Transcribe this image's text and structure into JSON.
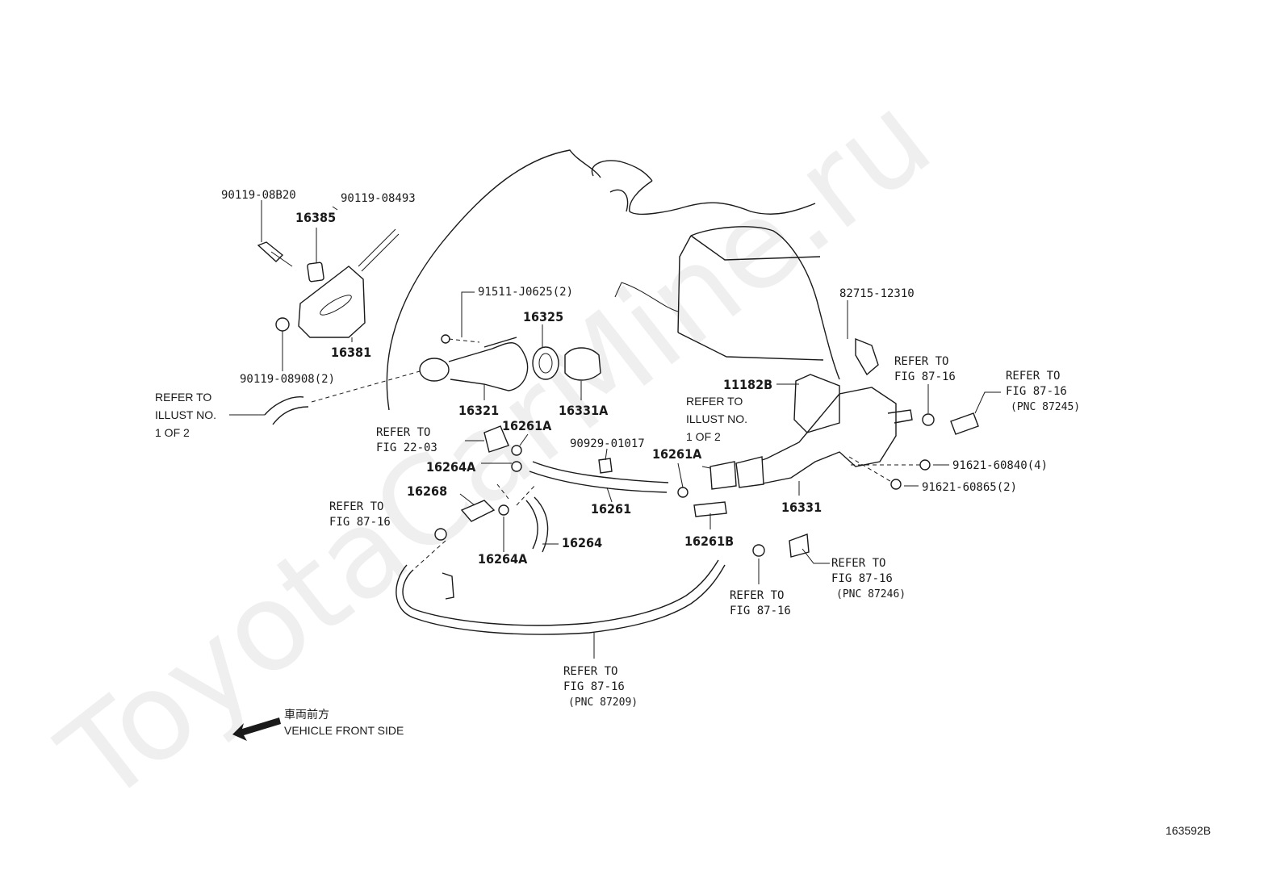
{
  "watermark": "ToyotaCarMine.ru",
  "figure_id": "163592B",
  "orientation": {
    "jp_label": "車両前方",
    "en_label": "VEHICLE FRONT SIDE"
  },
  "parts": {
    "p90119_08b20": "90119-08B20",
    "p90119_08493": "90119-08493",
    "p16385": "16385",
    "p16381": "16381",
    "p90119_08908": "90119-08908(2)",
    "p91511_j0625": "91511-J0625(2)",
    "p16325": "16325",
    "p16321": "16321",
    "p16331a": "16331A",
    "p16261a_1": "16261A",
    "p16264a_1": "16264A",
    "p16268": "16268",
    "p16264a_2": "16264A",
    "p16264": "16264",
    "p16261": "16261",
    "p90929_01017": "90929-01017",
    "p16261a_2": "16261A",
    "p16261b": "16261B",
    "p11182b": "11182B",
    "p16331": "16331",
    "p82715_12310": "82715-12310",
    "p91621_60840": "91621-60840(4)",
    "p91621_60865": "91621-60865(2)"
  },
  "refs": {
    "illust_left": [
      "REFER TO",
      "ILLUST NO.",
      "1 OF 2"
    ],
    "illust_mid": [
      "REFER TO",
      "ILLUST NO.",
      "1 OF 2"
    ],
    "fig22": [
      "REFER TO",
      "FIG 22-03"
    ],
    "fig87_left": [
      "REFER TO",
      "FIG 87-16"
    ],
    "fig87_top": [
      "REFER TO",
      "FIG 87-16"
    ],
    "fig87_right": [
      "REFER TO",
      "FIG 87-16",
      "(PNC 87245)"
    ],
    "fig87_midright": [
      "REFER TO",
      "FIG 87-16",
      "(PNC 87246)"
    ],
    "fig87_bottommid": [
      "REFER TO",
      "FIG 87-16"
    ],
    "fig87_bottom": [
      "REFER TO",
      "FIG 87-16",
      "(PNC 87209)"
    ]
  }
}
